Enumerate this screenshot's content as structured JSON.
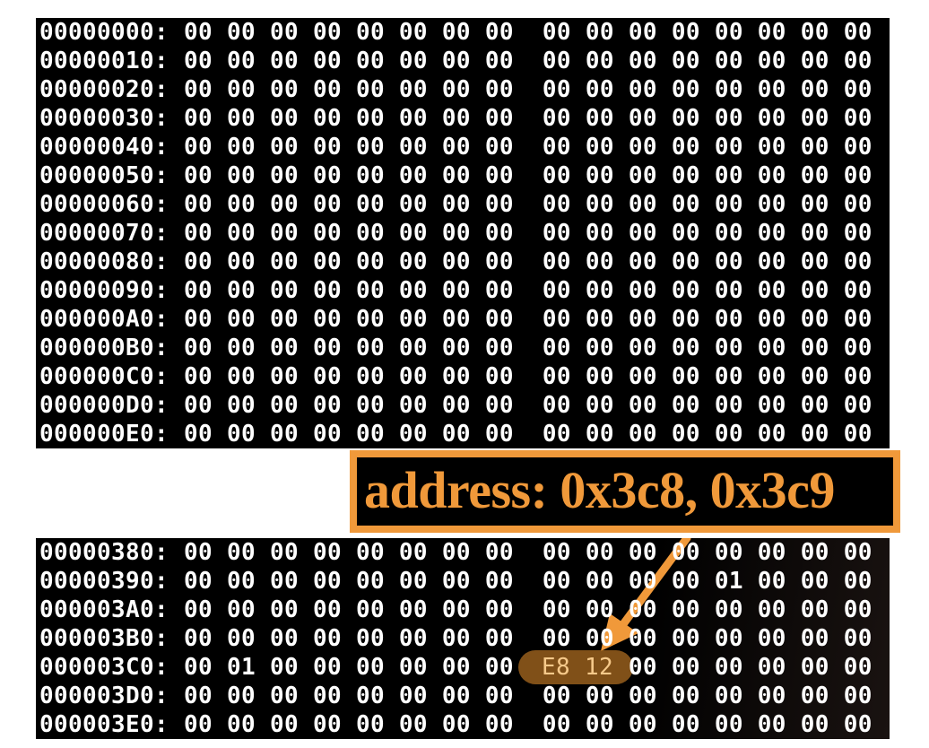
{
  "top_rows": [
    {
      "address": "00000000:",
      "bytes": [
        "00",
        "00",
        "00",
        "00",
        "00",
        "00",
        "00",
        "00",
        "00",
        "00",
        "00",
        "00",
        "00",
        "00",
        "00",
        "00"
      ]
    },
    {
      "address": "00000010:",
      "bytes": [
        "00",
        "00",
        "00",
        "00",
        "00",
        "00",
        "00",
        "00",
        "00",
        "00",
        "00",
        "00",
        "00",
        "00",
        "00",
        "00"
      ]
    },
    {
      "address": "00000020:",
      "bytes": [
        "00",
        "00",
        "00",
        "00",
        "00",
        "00",
        "00",
        "00",
        "00",
        "00",
        "00",
        "00",
        "00",
        "00",
        "00",
        "00"
      ]
    },
    {
      "address": "00000030:",
      "bytes": [
        "00",
        "00",
        "00",
        "00",
        "00",
        "00",
        "00",
        "00",
        "00",
        "00",
        "00",
        "00",
        "00",
        "00",
        "00",
        "00"
      ]
    },
    {
      "address": "00000040:",
      "bytes": [
        "00",
        "00",
        "00",
        "00",
        "00",
        "00",
        "00",
        "00",
        "00",
        "00",
        "00",
        "00",
        "00",
        "00",
        "00",
        "00"
      ]
    },
    {
      "address": "00000050:",
      "bytes": [
        "00",
        "00",
        "00",
        "00",
        "00",
        "00",
        "00",
        "00",
        "00",
        "00",
        "00",
        "00",
        "00",
        "00",
        "00",
        "00"
      ]
    },
    {
      "address": "00000060:",
      "bytes": [
        "00",
        "00",
        "00",
        "00",
        "00",
        "00",
        "00",
        "00",
        "00",
        "00",
        "00",
        "00",
        "00",
        "00",
        "00",
        "00"
      ]
    },
    {
      "address": "00000070:",
      "bytes": [
        "00",
        "00",
        "00",
        "00",
        "00",
        "00",
        "00",
        "00",
        "00",
        "00",
        "00",
        "00",
        "00",
        "00",
        "00",
        "00"
      ]
    },
    {
      "address": "00000080:",
      "bytes": [
        "00",
        "00",
        "00",
        "00",
        "00",
        "00",
        "00",
        "00",
        "00",
        "00",
        "00",
        "00",
        "00",
        "00",
        "00",
        "00"
      ]
    },
    {
      "address": "00000090:",
      "bytes": [
        "00",
        "00",
        "00",
        "00",
        "00",
        "00",
        "00",
        "00",
        "00",
        "00",
        "00",
        "00",
        "00",
        "00",
        "00",
        "00"
      ]
    },
    {
      "address": "000000A0:",
      "bytes": [
        "00",
        "00",
        "00",
        "00",
        "00",
        "00",
        "00",
        "00",
        "00",
        "00",
        "00",
        "00",
        "00",
        "00",
        "00",
        "00"
      ]
    },
    {
      "address": "000000B0:",
      "bytes": [
        "00",
        "00",
        "00",
        "00",
        "00",
        "00",
        "00",
        "00",
        "00",
        "00",
        "00",
        "00",
        "00",
        "00",
        "00",
        "00"
      ]
    },
    {
      "address": "000000C0:",
      "bytes": [
        "00",
        "00",
        "00",
        "00",
        "00",
        "00",
        "00",
        "00",
        "00",
        "00",
        "00",
        "00",
        "00",
        "00",
        "00",
        "00"
      ]
    },
    {
      "address": "000000D0:",
      "bytes": [
        "00",
        "00",
        "00",
        "00",
        "00",
        "00",
        "00",
        "00",
        "00",
        "00",
        "00",
        "00",
        "00",
        "00",
        "00",
        "00"
      ]
    },
    {
      "address": "000000E0:",
      "bytes": [
        "00",
        "00",
        "00",
        "00",
        "00",
        "00",
        "00",
        "00",
        "00",
        "00",
        "00",
        "00",
        "00",
        "00",
        "00",
        "00"
      ]
    }
  ],
  "bottom_rows": [
    {
      "address": "00000380:",
      "bytes": [
        "00",
        "00",
        "00",
        "00",
        "00",
        "00",
        "00",
        "00",
        "00",
        "00",
        "00",
        "00",
        "00",
        "00",
        "00",
        "00"
      ]
    },
    {
      "address": "00000390:",
      "bytes": [
        "00",
        "00",
        "00",
        "00",
        "00",
        "00",
        "00",
        "00",
        "00",
        "00",
        "00",
        "00",
        "01",
        "00",
        "00",
        "00"
      ]
    },
    {
      "address": "000003A0:",
      "bytes": [
        "00",
        "00",
        "00",
        "00",
        "00",
        "00",
        "00",
        "00",
        "00",
        "00",
        "00",
        "00",
        "00",
        "00",
        "00",
        "00"
      ]
    },
    {
      "address": "000003B0:",
      "bytes": [
        "00",
        "00",
        "00",
        "00",
        "00",
        "00",
        "00",
        "00",
        "00",
        "00",
        "00",
        "00",
        "00",
        "00",
        "00",
        "00"
      ]
    },
    {
      "address": "000003C0:",
      "bytes": [
        "00",
        "01",
        "00",
        "00",
        "00",
        "00",
        "00",
        "00",
        "",
        "",
        "00",
        "00",
        "00",
        "00",
        "00",
        "00"
      ]
    },
    {
      "address": "000003D0:",
      "bytes": [
        "00",
        "00",
        "00",
        "00",
        "00",
        "00",
        "00",
        "00",
        "00",
        "00",
        "00",
        "00",
        "00",
        "00",
        "00",
        "00"
      ]
    },
    {
      "address": "000003E0:",
      "bytes": [
        "00",
        "00",
        "00",
        "00",
        "00",
        "00",
        "00",
        "00",
        "00",
        "00",
        "00",
        "00",
        "00",
        "00",
        "00",
        "00"
      ]
    }
  ],
  "highlight": {
    "text": "E8 12",
    "color": "#a0641e"
  },
  "callout": {
    "text": "address: 0x3c8, 0x3c9",
    "color": "#f0993a"
  }
}
